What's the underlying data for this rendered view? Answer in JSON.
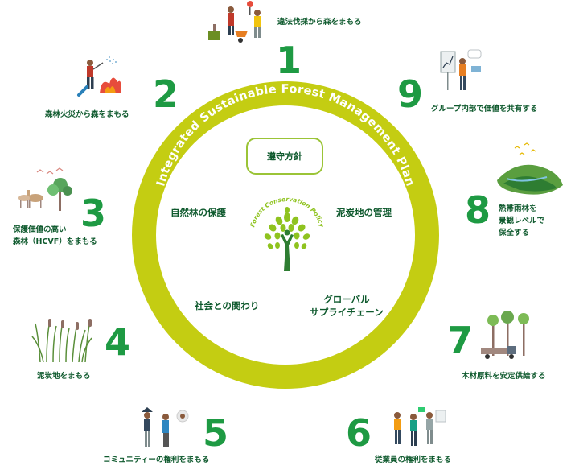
{
  "ring": {
    "title": "Integrated Sustainable Forest Management Plan",
    "color": "#c4cd12"
  },
  "center": {
    "policy_box": "遵守方針",
    "logo_text": "Forest Conservation Policy",
    "logo_color": "#8fc31f",
    "items": [
      {
        "label": "自然林の保護"
      },
      {
        "label": "泥炭地の管理"
      },
      {
        "label": "社会との関わり"
      },
      {
        "label_line1": "グローバル",
        "label_line2": "サプライチェーン"
      }
    ]
  },
  "number_color": "#1e9a43",
  "label_color": "#0f5a2e",
  "items": [
    {
      "number": "1",
      "label": "違法伐採から森をまもる",
      "icon": "workers-icon"
    },
    {
      "number": "2",
      "label": "森林火災から森をまもる",
      "icon": "firefighter-icon"
    },
    {
      "number": "3",
      "label_line1": "保護価値の高い",
      "label_line2": "森林（HCVF）をまもる",
      "icon": "deer-tree-icon"
    },
    {
      "number": "4",
      "label": "泥炭地をまもる",
      "icon": "reeds-icon"
    },
    {
      "number": "5",
      "label": "コミュニティーの権利をまもる",
      "icon": "community-icon"
    },
    {
      "number": "6",
      "label": "従業員の権利をまもる",
      "icon": "employees-icon"
    },
    {
      "number": "7",
      "label": "木材原料を安定供給する",
      "icon": "truck-trees-icon"
    },
    {
      "number": "8",
      "label_line1": "熱帯雨林を",
      "label_line2": "景観レベルで",
      "label_line3": "保全する",
      "icon": "landscape-icon"
    },
    {
      "number": "9",
      "label": "グループ内部で価値を共有する",
      "icon": "presenter-icon"
    }
  ]
}
